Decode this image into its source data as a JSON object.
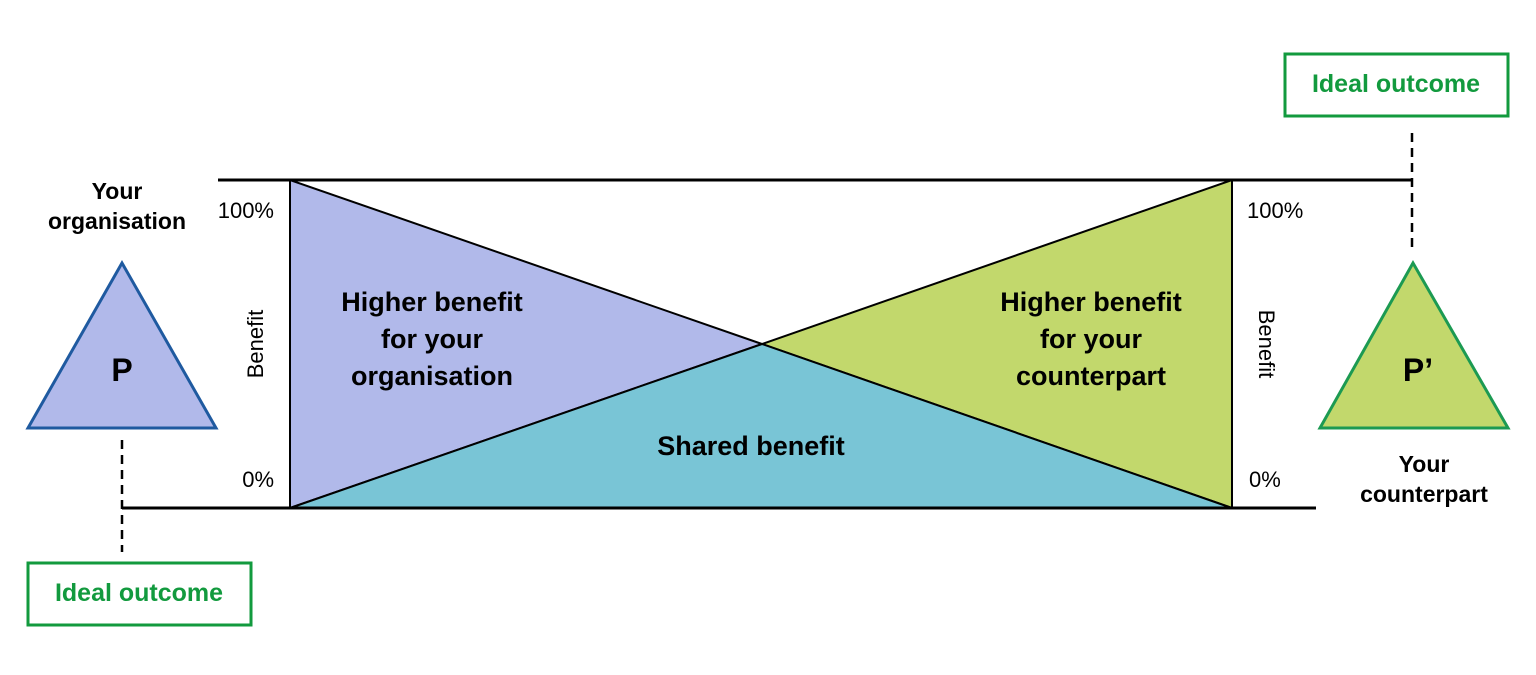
{
  "left_party": {
    "label_line1": "Your",
    "label_line2": "organisation",
    "symbol": "P",
    "ideal_outcome": "Ideal outcome"
  },
  "right_party": {
    "label_line1": "Your",
    "label_line2": "counterpart",
    "symbol": "P’",
    "ideal_outcome": "Ideal outcome"
  },
  "axes": {
    "left": {
      "top": "100%",
      "bottom": "0%",
      "title": "Benefit"
    },
    "right": {
      "top": "100%",
      "bottom": "0%",
      "title": "Benefit"
    }
  },
  "regions": {
    "organisation": {
      "line1": "Higher benefit",
      "line2": "for your",
      "line3": "organisation"
    },
    "counterpart": {
      "line1": "Higher benefit",
      "line2": "for your",
      "line3": "counterpart"
    },
    "shared": {
      "label": "Shared benefit"
    }
  },
  "colors": {
    "purple": "#b1b9ea",
    "purple_stroke": "#1f5aa0",
    "green": "#c2d86c",
    "green_stroke": "#1c9a52",
    "teal": "#79c5d6",
    "ideal_green": "#129a3e"
  }
}
